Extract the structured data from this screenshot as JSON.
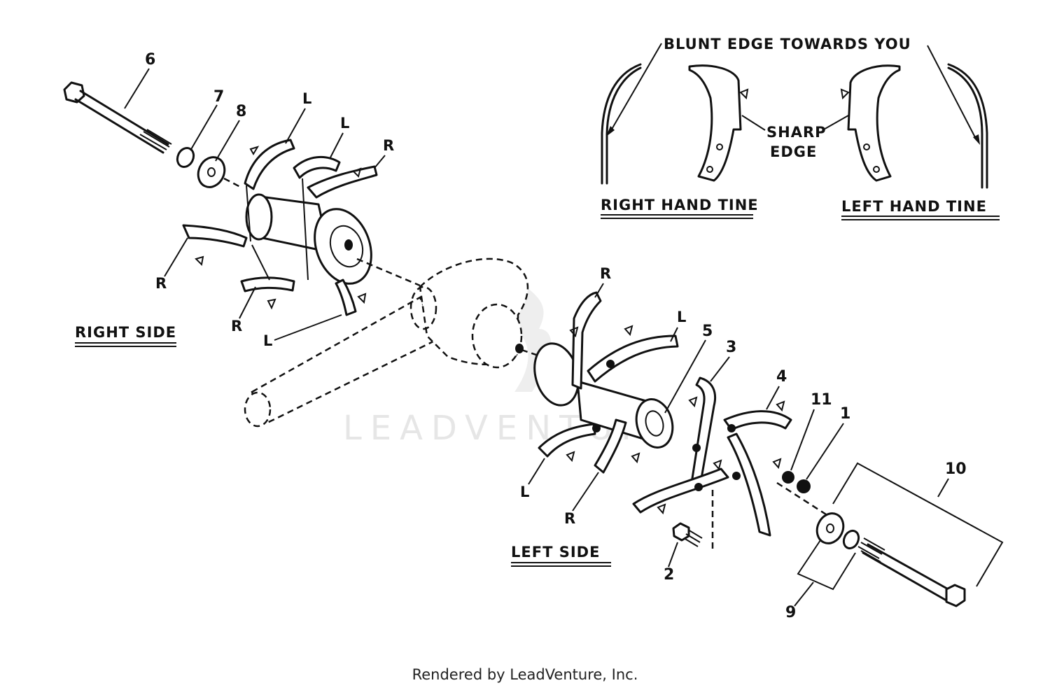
{
  "notes": {
    "blunt_edge": "BLUNT  EDGE  TOWARDS  YOU",
    "sharp_edge_line1": "SHARP",
    "sharp_edge_line2": "EDGE",
    "right_hand_tine": "RIGHT  HAND  TINE",
    "left_hand_tine": "LEFT  HAND  TINE"
  },
  "sides": {
    "right": "RIGHT  SIDE",
    "left": "LEFT  SIDE"
  },
  "callouts": {
    "p1": "1",
    "p2": "2",
    "p3": "3",
    "p4": "4",
    "p5": "5",
    "p6": "6",
    "p7": "7",
    "p8": "8",
    "p9": "9",
    "p10": "10",
    "p11": "11"
  },
  "tine_letters": {
    "L": "L",
    "R": "R"
  },
  "watermark": "LEADVENTURE",
  "footer": "Rendered by LeadVenture, Inc."
}
